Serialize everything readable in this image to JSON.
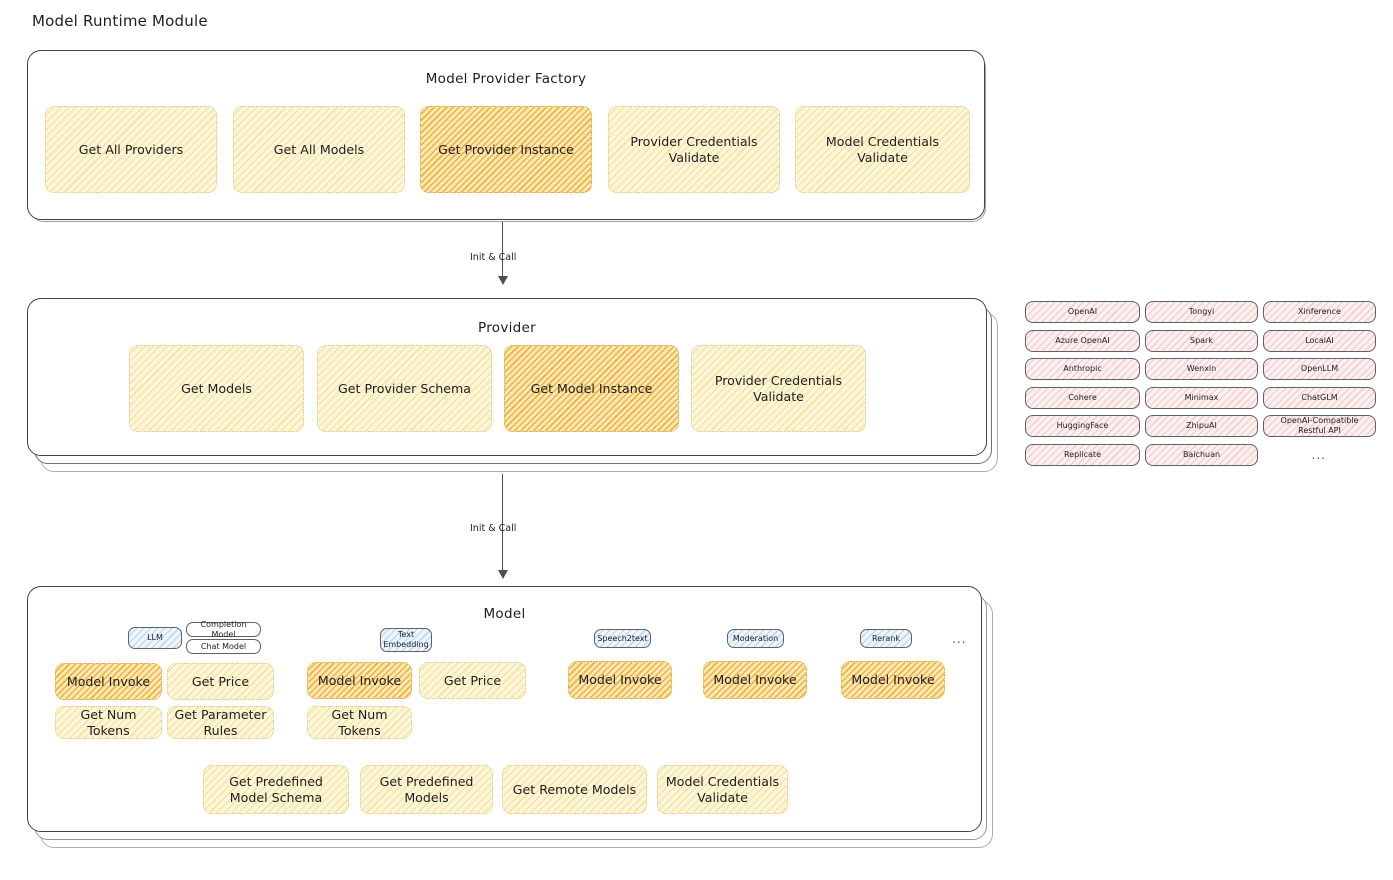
{
  "title": "Model Runtime Module",
  "arrows": [
    {
      "label": "Init & Call"
    },
    {
      "label": "Init & Call"
    }
  ],
  "factory": {
    "title": "Model Provider Factory",
    "nodes": [
      {
        "label": "Get All Providers",
        "style": "yellow"
      },
      {
        "label": "Get All Models",
        "style": "yellow"
      },
      {
        "label": "Get Provider Instance",
        "style": "orange"
      },
      {
        "label": "Provider Credentials Validate",
        "style": "yellow"
      },
      {
        "label": "Model Credentials Validate",
        "style": "yellow"
      }
    ]
  },
  "provider": {
    "title": "Provider",
    "nodes": [
      {
        "label": "Get Models",
        "style": "yellow"
      },
      {
        "label": "Get Provider Schema",
        "style": "yellow"
      },
      {
        "label": "Get Model Instance",
        "style": "orange"
      },
      {
        "label": "Provider Credentials Validate",
        "style": "yellow"
      }
    ]
  },
  "provider_list": {
    "columns": [
      [
        "OpenAI",
        "Azure OpenAI",
        "Anthropic",
        "Cohere",
        "HuggingFace",
        "Replicate"
      ],
      [
        "Tongyi",
        "Spark",
        "Wenxin",
        "Minimax",
        "ZhipuAI",
        "Baichuan"
      ],
      [
        "Xinference",
        "LocalAI",
        "OpenLLM",
        "ChatGLM",
        "OpenAI-Compatible Restful API"
      ]
    ],
    "more": "..."
  },
  "model": {
    "title": "Model",
    "more": "...",
    "types": [
      {
        "badge": "LLM",
        "sub": [
          "Completion Model",
          "Chat Model"
        ],
        "nodes": [
          {
            "label": "Model Invoke",
            "style": "orange"
          },
          {
            "label": "Get Price",
            "style": "yellow"
          },
          {
            "label": "Get Num Tokens",
            "style": "yellow"
          },
          {
            "label": "Get Parameter Rules",
            "style": "yellow"
          }
        ]
      },
      {
        "badge": "Text Embedding",
        "sub": [],
        "nodes": [
          {
            "label": "Model Invoke",
            "style": "orange"
          },
          {
            "label": "Get Price",
            "style": "yellow"
          },
          {
            "label": "Get Num Tokens",
            "style": "yellow"
          }
        ]
      },
      {
        "badge": "Speech2text",
        "sub": [],
        "nodes": [
          {
            "label": "Model Invoke",
            "style": "orange"
          }
        ]
      },
      {
        "badge": "Moderation",
        "sub": [],
        "nodes": [
          {
            "label": "Model Invoke",
            "style": "orange"
          }
        ]
      },
      {
        "badge": "Rerank",
        "sub": [],
        "nodes": [
          {
            "label": "Model Invoke",
            "style": "orange"
          }
        ]
      }
    ],
    "common_nodes": [
      {
        "label": "Get Predefined Model Schema",
        "style": "yellow"
      },
      {
        "label": "Get Predefined Models",
        "style": "yellow"
      },
      {
        "label": "Get Remote Models",
        "style": "yellow"
      },
      {
        "label": "Model Credentials Validate",
        "style": "yellow"
      }
    ]
  },
  "colors": {
    "stroke": "#343a40",
    "yellow_fill": "#fdf6dd",
    "yellow_stroke": "#f7dc7b",
    "orange_fill": "#fbe7ba",
    "orange_stroke": "#f0b02f",
    "pink_fill": "#fdf0f0",
    "pink_stroke": "#f4baba",
    "blue_fill": "#eef5fc",
    "blue_stroke": "#a5c8ed",
    "text": "#1e1e1e"
  }
}
